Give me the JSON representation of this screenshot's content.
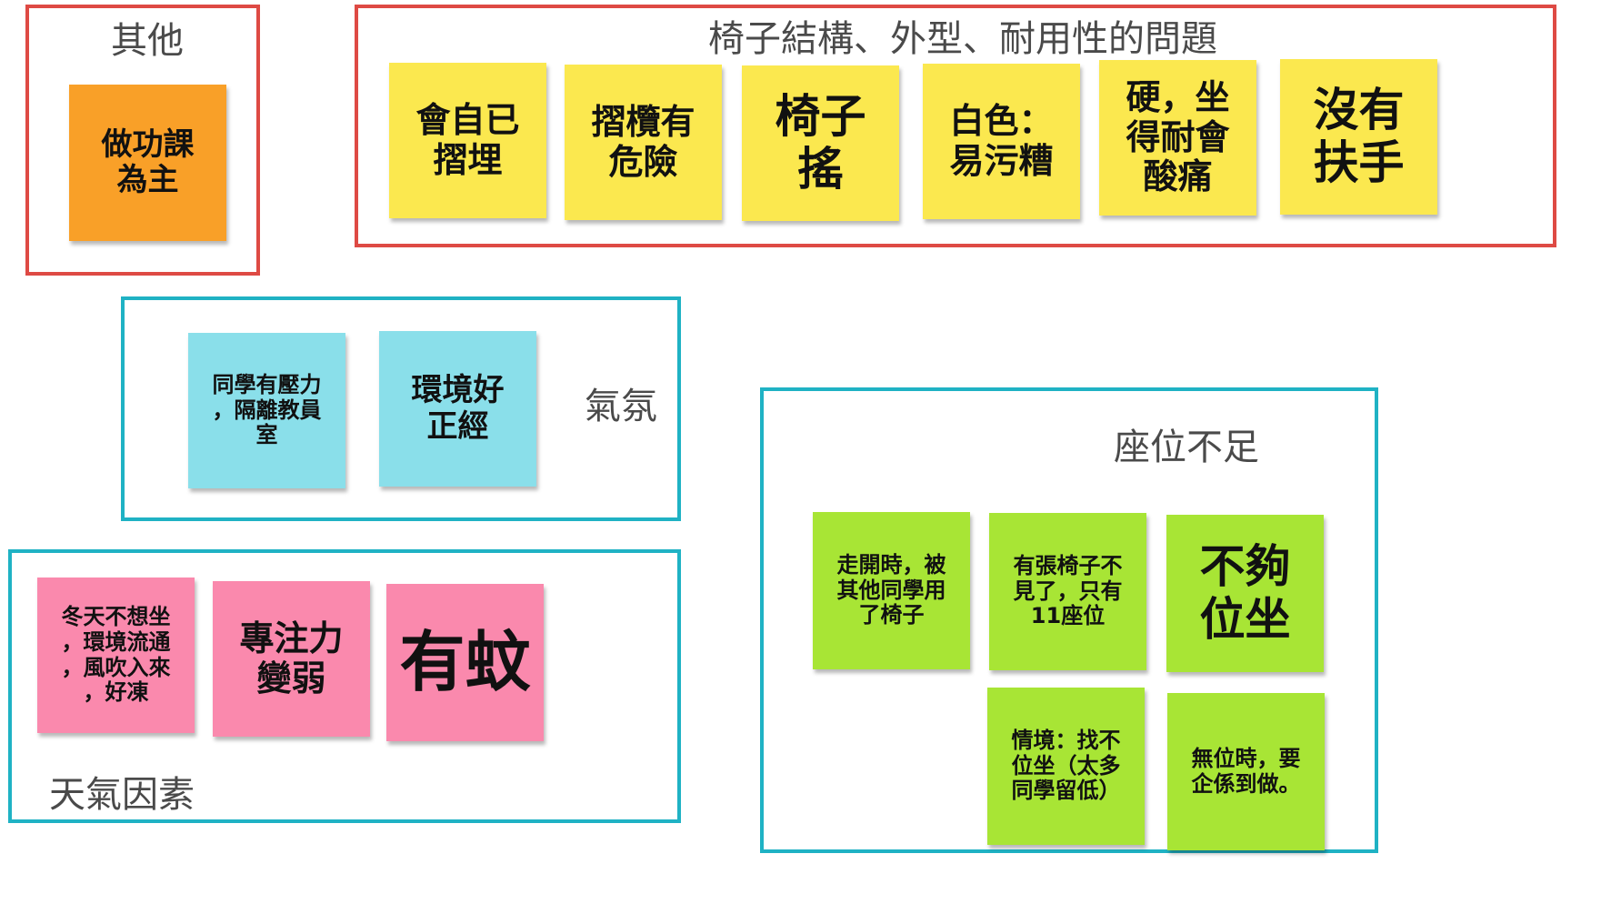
{
  "groups": {
    "other": {
      "title": "其他",
      "notes": [
        "做功課\n為主"
      ]
    },
    "chair": {
      "title": "椅子結構、外型、耐用性的問題",
      "notes": [
        "會自已\n摺埋",
        "摺欖有\n危險",
        "椅子\n搖",
        "白色：\n易污糟",
        "硬，坐\n得耐會\n酸痛",
        "沒有\n扶手"
      ]
    },
    "atmosphere": {
      "title": "氣氛",
      "notes": [
        "同學有壓力\n，隔離教員\n室",
        "環境好\n正經"
      ]
    },
    "weather": {
      "title": "天氣因素",
      "notes": [
        "冬天不想坐\n，環境流通\n，風吹入來\n，好凍",
        "專注力\n變弱",
        "有蚊"
      ]
    },
    "seats": {
      "title": "座位不足",
      "notes": [
        "走開時，被\n其他同學用\n了椅子",
        "有張椅子不\n見了，只有\n11座位",
        "不夠\n位坐",
        "情境：找不\n位坐（太多\n同學留低）",
        "無位時，要\n企係到做。"
      ]
    }
  },
  "colors": {
    "red_border": "#de4a44",
    "teal_border": "#1fb2c4",
    "orange_note": "#f9a028",
    "yellow_note": "#fbe84f",
    "blue_note": "#8adfea",
    "pink_note": "#fa89ad",
    "green_note": "#a8e535"
  }
}
